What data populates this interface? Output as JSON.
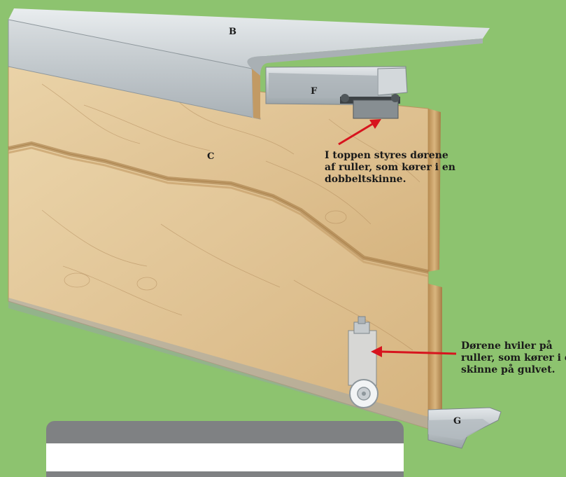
{
  "labels": {
    "b": "B",
    "c": "C",
    "f": "F",
    "g": "G"
  },
  "callouts": {
    "top": [
      "I toppen styres dørene",
      "af ruller, som kører i en",
      "dobbeltskinne."
    ],
    "bottom": [
      "Dørene hviler på",
      "ruller, som kører i en",
      "skinne på gulvet."
    ]
  },
  "colors": {
    "background": "#8dc36f",
    "wood": "#e2c89a",
    "wood_edge": "#c9a46c",
    "aluminium": "#c4cacd",
    "arrow": "#d7141e",
    "panel_tab": "#7f8183",
    "panel_body": "#ffffff"
  }
}
